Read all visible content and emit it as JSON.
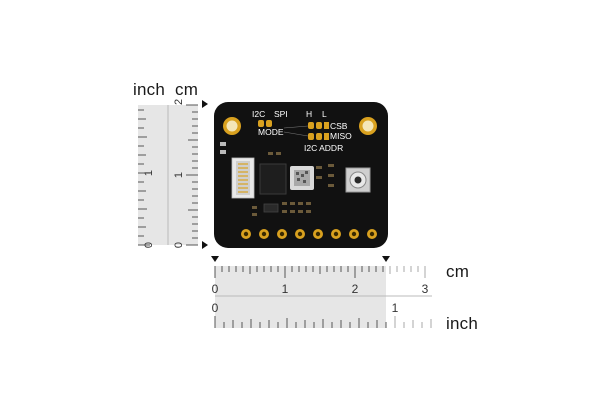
{
  "vertical_ruler": {
    "unit_left": "inch",
    "unit_right": "cm",
    "inch_ticks": [
      "0",
      "1"
    ],
    "cm_ticks": [
      "0",
      "1",
      "2"
    ]
  },
  "horizontal_ruler": {
    "unit_top": "cm",
    "unit_bottom": "inch",
    "cm_ticks": [
      "0",
      "1",
      "2",
      "3"
    ],
    "inch_ticks": [
      "0",
      "1"
    ]
  },
  "board": {
    "mode_left": "I2C",
    "mode_right": "SPI",
    "mode_caption": "MODE",
    "hl_h": "H",
    "hl_l": "L",
    "pin_csb": "CSB",
    "pin_miso": "MISO",
    "addr_caption": "I2C ADDR"
  },
  "colors": {
    "pcb": "#111111",
    "gold": "#d9a11f",
    "ruler_shade": "#e6e6e6"
  }
}
